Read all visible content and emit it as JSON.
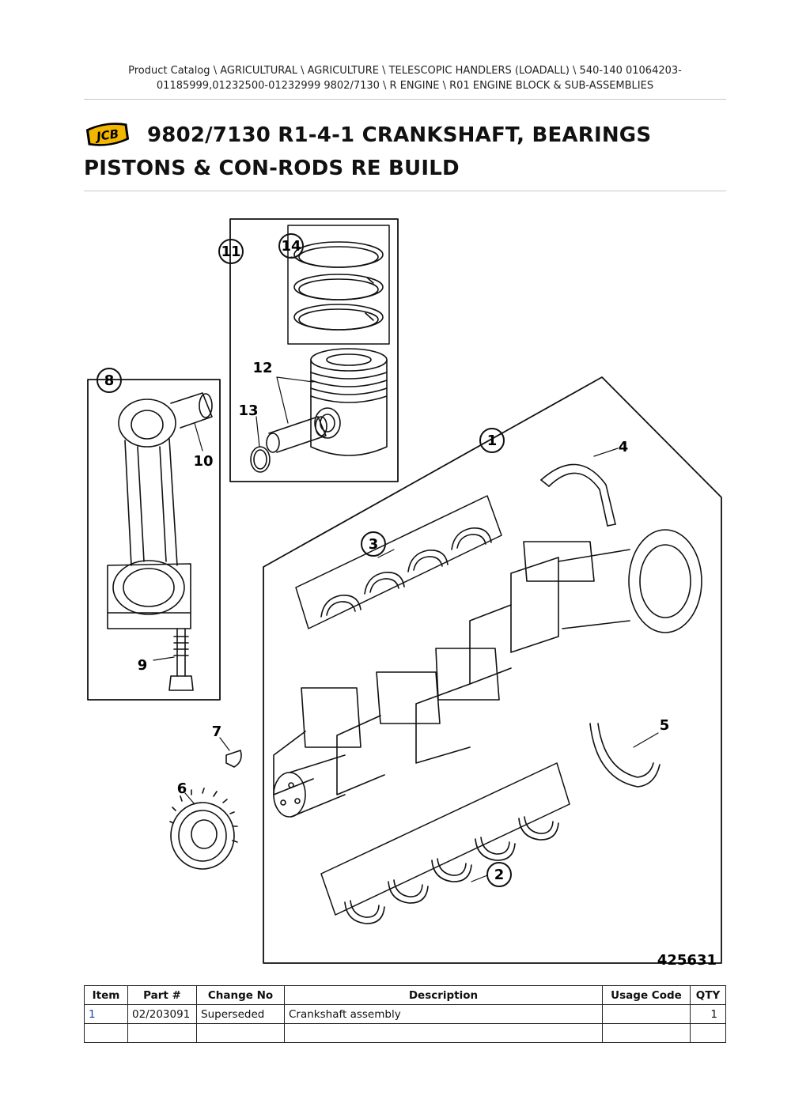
{
  "breadcrumb": {
    "line1": "Product Catalog  \\  AGRICULTURAL  \\  AGRICULTURE  \\  TELESCOPIC HANDLERS (LOADALL)  \\  540-140 01064203-",
    "line2": "01185999,01232500-01232999 9802/7130  \\  R ENGINE  \\  R01 ENGINE BLOCK & SUB-ASSEMBLIES"
  },
  "title": {
    "logo_text": "JCB",
    "text": "9802/7130 R1-4-1 CRANKSHAFT, BEARINGS PISTONS & CON-RODS RE BUILD"
  },
  "diagram": {
    "drawing_number": "425631",
    "callouts": [
      "1",
      "2",
      "3",
      "4",
      "5",
      "6",
      "7",
      "8",
      "9",
      "10",
      "11",
      "12",
      "13",
      "14"
    ]
  },
  "table": {
    "headers": {
      "item": "Item",
      "part": "Part #",
      "change": "Change No",
      "description": "Description",
      "usage": "Usage Code",
      "qty": "QTY"
    },
    "rows": [
      {
        "item": "1",
        "part": "02/203091",
        "change": "Superseded",
        "description": "Crankshaft assembly",
        "usage": "",
        "qty": "1"
      },
      {
        "item": "",
        "part": "",
        "change": "",
        "description": "",
        "usage": "",
        "qty": ""
      }
    ]
  },
  "colors": {
    "link": "#1a3fb5",
    "rule": "#c8c8c8"
  }
}
